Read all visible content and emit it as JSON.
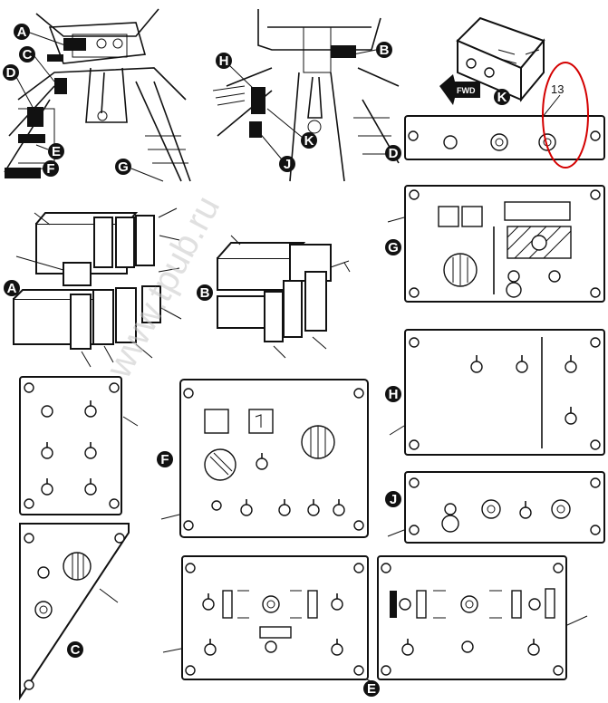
{
  "labels": {
    "A": "A",
    "B": "B",
    "C": "C",
    "D": "D",
    "E": "E",
    "F": "F",
    "G": "G",
    "H": "H",
    "J": "J",
    "K": "K"
  },
  "callout_number": "13",
  "fwd_label": "FWD",
  "watermark": "www.tpub.ru",
  "colors": {
    "ink": "#111111",
    "highlight": "#d40000",
    "paper": "#ffffff"
  }
}
